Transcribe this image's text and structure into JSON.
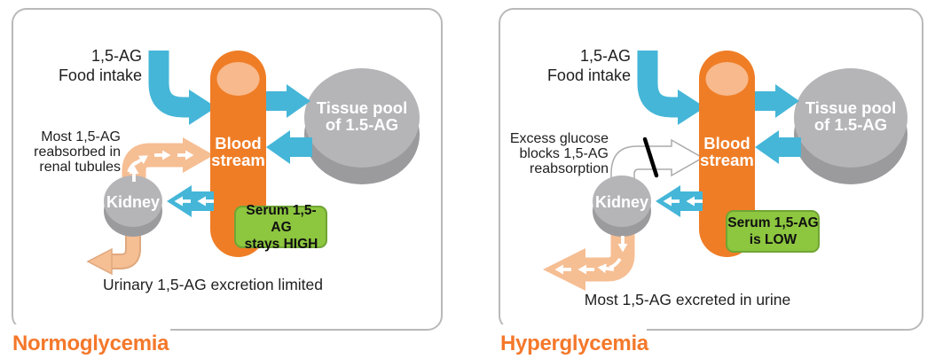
{
  "colors": {
    "blue_arrow": "#45B6D8",
    "orange_cylinder": "#EF7D26",
    "orange_cylinder_top": "#F8B98C",
    "peach_arrow": "#F6BE93",
    "peach_arrow_outline": "#DFA87E",
    "gray_disc": "#B5B5B8",
    "gray_disc_shadow": "#9B9B9E",
    "green_badge": "#8DC63F",
    "green_badge_border": "#6FA534",
    "title_orange": "#F4782B",
    "panel_border": "#B9B9B9",
    "block_slash": "#000000"
  },
  "panels": [
    {
      "title": "Normoglycemia",
      "labels": {
        "food_intake": "1,5-AG\nFood intake",
        "side_note": "Most 1,5-AG\nreabsorbed in\nrenal tubules",
        "blood_stream": "Blood\nstream",
        "tissue_pool": "Tissue pool\nof 1.5-AG",
        "kidney": "Kidney",
        "serum_badge": "Serum 1,5-AG\nstays HIGH",
        "bottom_note": "Urinary 1,5-AG excretion limited"
      }
    },
    {
      "title": "Hyperglycemia",
      "labels": {
        "food_intake": "1,5-AG\nFood intake",
        "side_note": "Excess glucose\nblocks 1,5-AG\nreabsorption",
        "blood_stream": "Blood\nstream",
        "tissue_pool": "Tissue pool\nof 1.5-AG",
        "kidney": "Kidney",
        "serum_badge": "Serum 1,5-AG\nis LOW",
        "bottom_note": "Most 1,5-AG excreted in urine"
      }
    }
  ]
}
